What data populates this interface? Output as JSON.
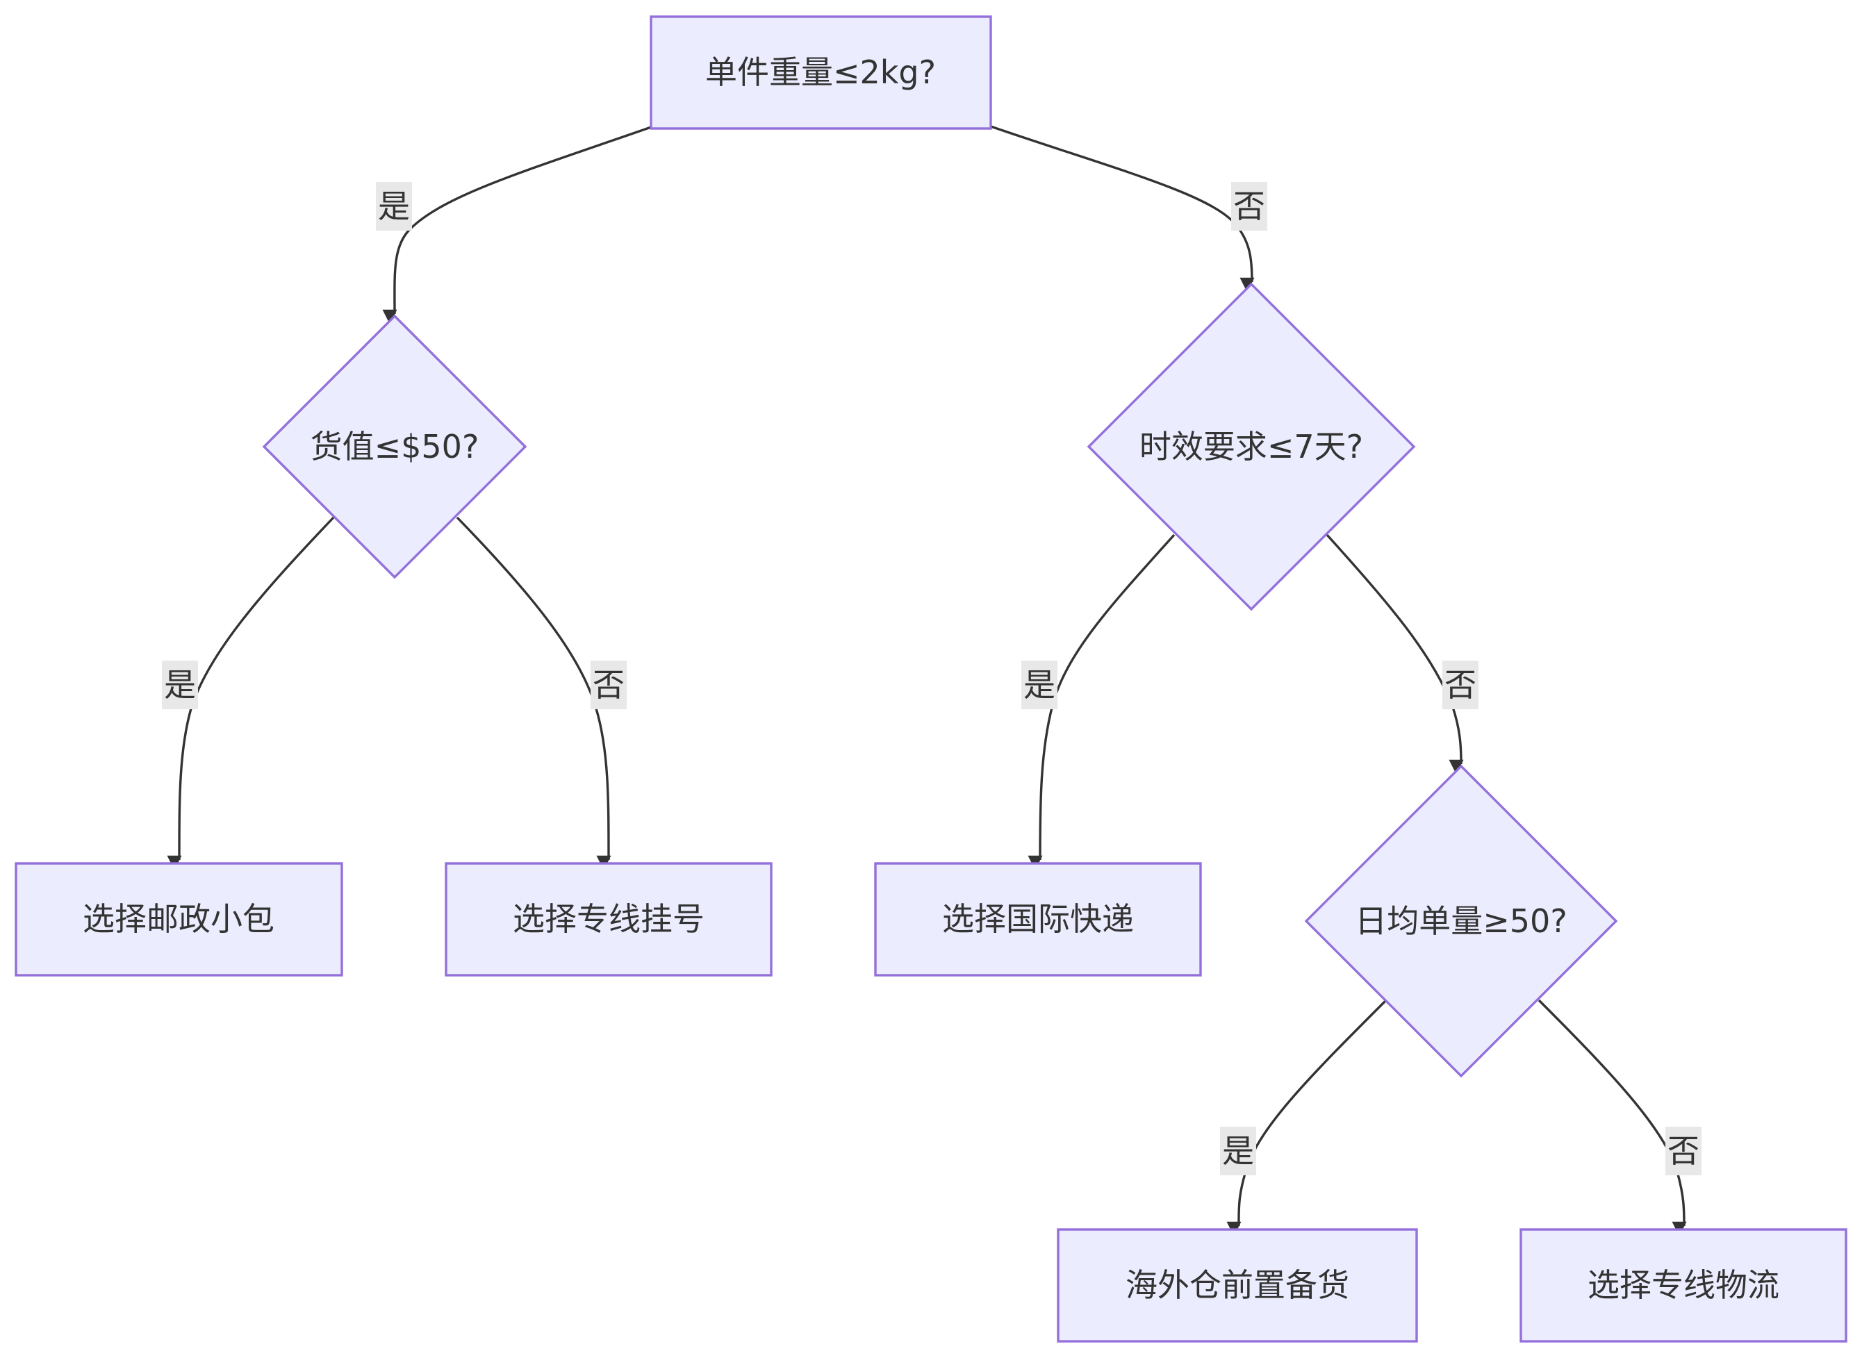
{
  "flowchart": {
    "nodes": {
      "weight_check": "单件重量≤2kg?",
      "value_check": "货值≤$50?",
      "time_check": "时效要求≤7天?",
      "volume_check": "日均单量≥50?",
      "postal_small_packet": "选择邮政小包",
      "dedicated_registered": "选择专线挂号",
      "international_express": "选择国际快递",
      "overseas_warehouse": "海外仓前置备货",
      "dedicated_logistics": "选择专线物流"
    },
    "edge_labels": {
      "weight_yes": "是",
      "weight_no": "否",
      "value_yes": "是",
      "value_no": "否",
      "time_yes": "是",
      "time_no": "否",
      "volume_yes": "是",
      "volume_no": "否"
    },
    "colors": {
      "node_fill": "#ECECFF",
      "node_stroke": "#9370DB",
      "edge": "#333333",
      "label_background": "#e8e8e8"
    }
  }
}
